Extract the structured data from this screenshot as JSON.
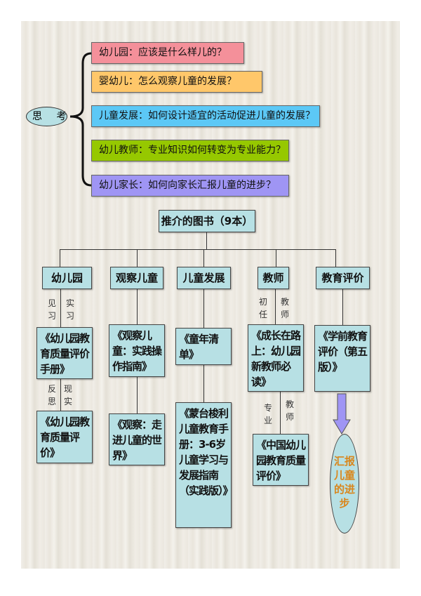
{
  "think_label": "思 考",
  "questions": [
    {
      "text": "幼儿园：应该是什么样儿的？",
      "color": "#f4909a"
    },
    {
      "text": "婴幼儿：怎么观察儿童的发展？",
      "color": "#ffc76a"
    },
    {
      "text": "儿童发展：如何设计适宜的活动促进儿童的发展？",
      "color": "#5cc8f6"
    },
    {
      "text": "幼儿教师：专业知识如何转变为专业能力？",
      "color": "#96c800"
    },
    {
      "text": "幼儿家长：如何向家长汇报儿童的进步？",
      "color": "#9f95f4"
    }
  ],
  "root": "推介的图书（9本）",
  "categories": [
    "幼儿园",
    "观察儿童",
    "儿童发展",
    "教师",
    "教育评价"
  ],
  "books": [
    "《幼儿园教育质量评价手册》",
    "《观察儿童：实践操作指南》",
    "《童年清单》",
    "《成长在路上：幼儿园新教师必读》",
    "《学前教育评价（第五版）》",
    "《幼儿园教育质量评价》",
    "《观察：走进儿童的世界》",
    "《蒙台梭利儿童教育手册：3-6岁儿童学习与发展指南（实践版）》",
    "《中国幼儿园教育质量评价》"
  ],
  "side_labels": [
    "见习",
    "实习",
    "反思",
    "现实",
    "初任",
    "教师",
    "专业",
    "教师"
  ],
  "outcome": "汇报儿童的进步"
}
